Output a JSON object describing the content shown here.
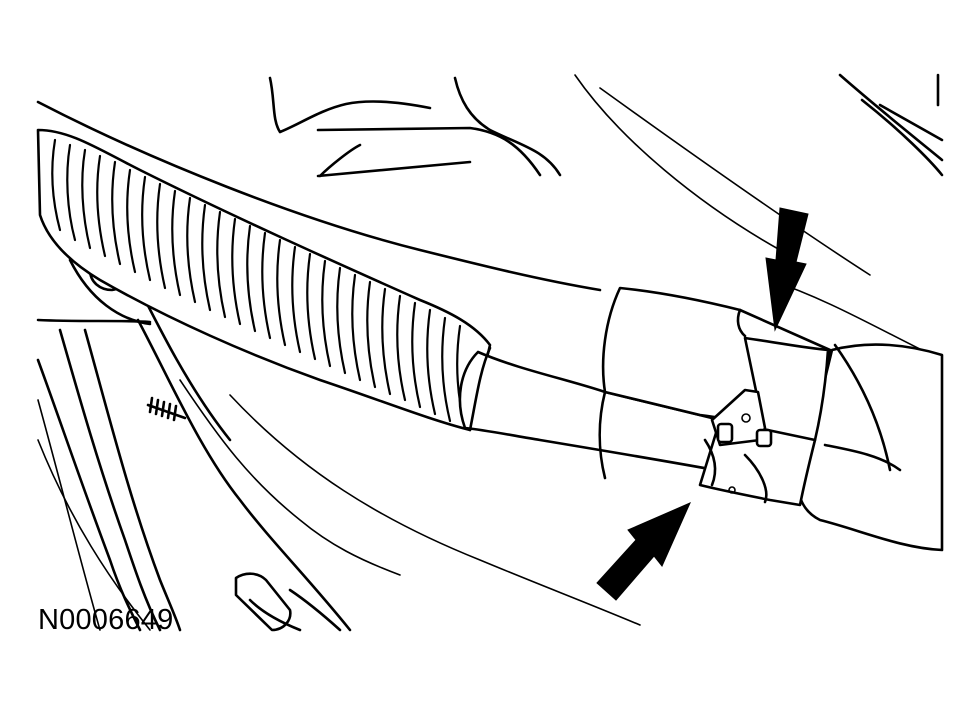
{
  "figure": {
    "id_label": "N0006649",
    "colors": {
      "line": "#000000",
      "background": "#ffffff"
    }
  },
  "components": {
    "corrugated_conduit": "corrugated-conduit",
    "hose": "hose",
    "hose_clamp": "hose-clamp",
    "indicator_arrows": [
      "arrow-down-indicator",
      "arrow-up-right-indicator"
    ]
  }
}
